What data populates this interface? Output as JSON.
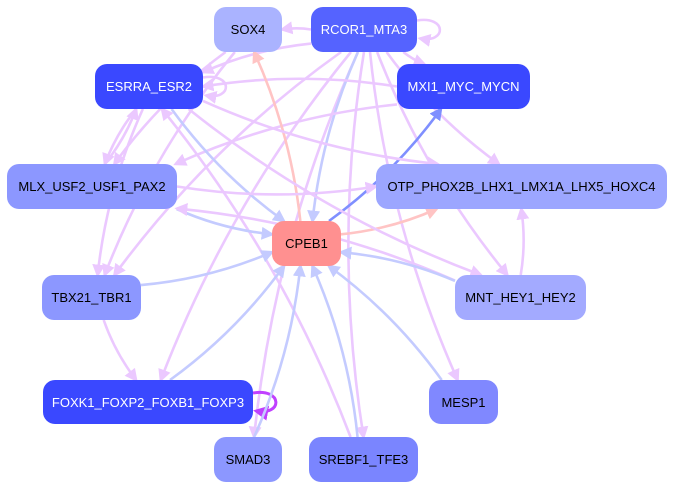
{
  "colors": {
    "regulation": "#ebc8ff",
    "to_cpeb1": "#c4cbff",
    "from_cpeb1": "#ffc4c4",
    "strong_self": "#c040ff",
    "strong_blue": "#7f8fff"
  },
  "nodes": [
    {
      "id": "SOX4",
      "label": "SOX4",
      "fill": "#aab3ff"
    },
    {
      "id": "RCOR1",
      "label": "RCOR1_MTA3",
      "fill": "#5563ff"
    },
    {
      "id": "ESRRA",
      "label": "ESRRA_ESR2",
      "fill": "#3a48ff"
    },
    {
      "id": "MXI1",
      "label": "MXI1_MYC_MYCN",
      "fill": "#3a48ff"
    },
    {
      "id": "MLX",
      "label": "MLX_USF2_USF1_PAX2",
      "fill": "#8c97ff"
    },
    {
      "id": "OTP",
      "label": "OTP_PHOX2B_LHX1_LMX1A_LHX5_HOXC4",
      "fill": "#9ca6ff"
    },
    {
      "id": "CPEB1",
      "label": "CPEB1",
      "fill": "#ff9090"
    },
    {
      "id": "TBX21",
      "label": "TBX21_TBR1",
      "fill": "#8c97ff"
    },
    {
      "id": "MNT",
      "label": "MNT_HEY1_HEY2",
      "fill": "#a3aaff"
    },
    {
      "id": "FOXK1",
      "label": "FOXK1_FOXP2_FOXB1_FOXP3",
      "fill": "#3a48ff"
    },
    {
      "id": "MESP1",
      "label": "MESP1",
      "fill": "#8088ff"
    },
    {
      "id": "SMAD3",
      "label": "SMAD3",
      "fill": "#8c97ff"
    },
    {
      "id": "SREBF1",
      "label": "SREBF1_TFE3",
      "fill": "#7a85ff"
    }
  ],
  "edges": [
    {
      "from": "RCOR1",
      "to": "SOX4",
      "kind": "regulation"
    },
    {
      "from": "RCOR1",
      "to": "RCOR1",
      "kind": "regulation"
    },
    {
      "from": "RCOR1",
      "to": "MXI1",
      "kind": "regulation"
    },
    {
      "from": "RCOR1",
      "to": "ESRRA",
      "kind": "regulation"
    },
    {
      "from": "RCOR1",
      "to": "OTP",
      "kind": "regulation"
    },
    {
      "from": "RCOR1",
      "to": "MNT",
      "kind": "regulation"
    },
    {
      "from": "RCOR1",
      "to": "MESP1",
      "kind": "regulation"
    },
    {
      "from": "RCOR1",
      "to": "SREBF1",
      "kind": "regulation"
    },
    {
      "from": "RCOR1",
      "to": "SMAD3",
      "kind": "regulation"
    },
    {
      "from": "RCOR1",
      "to": "TBX21",
      "kind": "regulation"
    },
    {
      "from": "RCOR1",
      "to": "FOXK1",
      "kind": "regulation"
    },
    {
      "from": "RCOR1",
      "to": "CPEB1",
      "kind": "to_cpeb1"
    },
    {
      "from": "MXI1",
      "to": "ESRRA",
      "kind": "regulation"
    },
    {
      "from": "MXI1",
      "to": "MLX",
      "kind": "regulation"
    },
    {
      "from": "CPEB1",
      "to": "MXI1",
      "kind": "strong_blue"
    },
    {
      "from": "CPEB1",
      "to": "SOX4",
      "kind": "from_cpeb1"
    },
    {
      "from": "CPEB1",
      "to": "OTP",
      "kind": "from_cpeb1"
    },
    {
      "from": "SOX4",
      "to": "MLX",
      "kind": "regulation"
    },
    {
      "from": "SOX4",
      "to": "TBX21",
      "kind": "regulation"
    },
    {
      "from": "ESRRA",
      "to": "ESRRA",
      "kind": "regulation"
    },
    {
      "from": "ESRRA",
      "to": "MLX",
      "kind": "regulation"
    },
    {
      "from": "MLX",
      "to": "ESRRA",
      "kind": "regulation"
    },
    {
      "from": "ESRRA",
      "to": "CPEB1",
      "kind": "to_cpeb1"
    },
    {
      "from": "ESRRA",
      "to": "OTP",
      "kind": "regulation"
    },
    {
      "from": "ESRRA",
      "to": "TBX21",
      "kind": "regulation"
    },
    {
      "from": "ESRRA",
      "to": "MNT",
      "kind": "regulation"
    },
    {
      "from": "SREBF1",
      "to": "ESRRA",
      "kind": "regulation"
    },
    {
      "from": "MLX",
      "to": "OTP",
      "kind": "regulation"
    },
    {
      "from": "MLX",
      "to": "CPEB1",
      "kind": "to_cpeb1"
    },
    {
      "from": "MNT",
      "to": "MLX",
      "kind": "regulation"
    },
    {
      "from": "MNT",
      "to": "CPEB1",
      "kind": "to_cpeb1"
    },
    {
      "from": "MNT",
      "to": "OTP",
      "kind": "regulation"
    },
    {
      "from": "TBX21",
      "to": "CPEB1",
      "kind": "to_cpeb1"
    },
    {
      "from": "TBX21",
      "to": "FOXK1",
      "kind": "regulation"
    },
    {
      "from": "FOXK1",
      "to": "CPEB1",
      "kind": "to_cpeb1"
    },
    {
      "from": "FOXK1",
      "to": "FOXK1",
      "kind": "strong_self"
    },
    {
      "from": "SMAD3",
      "to": "CPEB1",
      "kind": "to_cpeb1"
    },
    {
      "from": "SREBF1",
      "to": "CPEB1",
      "kind": "to_cpeb1"
    },
    {
      "from": "MESP1",
      "to": "CPEB1",
      "kind": "to_cpeb1"
    }
  ]
}
